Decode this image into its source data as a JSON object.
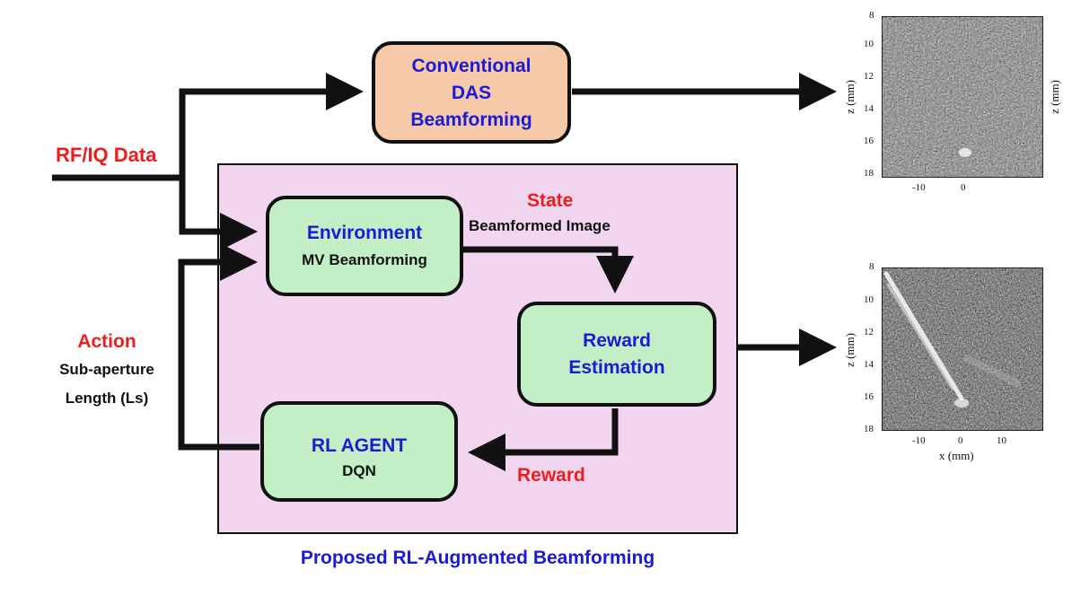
{
  "inputs": {
    "rf_label": "RF/IQ Data"
  },
  "conventional": {
    "line1": "Conventional",
    "line2": "DAS",
    "line3": "Beamforming"
  },
  "proposed": {
    "title": "Proposed RL-Augmented Beamforming"
  },
  "environment": {
    "title": "Environment",
    "subtitle": "MV Beamforming"
  },
  "state": {
    "title": "State",
    "subtitle": "Beamformed Image"
  },
  "reward_estimation": {
    "line1": "Reward",
    "line2": "Estimation"
  },
  "reward": {
    "label": "Reward"
  },
  "agent": {
    "title": "RL AGENT",
    "subtitle": "DQN"
  },
  "action": {
    "title": "Action",
    "line1": "Sub-aperture",
    "line2": "Length (Ls)"
  },
  "image_top": {
    "y_ticks": [
      "8",
      "10",
      "12",
      "14",
      "16",
      "18"
    ],
    "x_ticks": [
      "-10",
      "0"
    ],
    "ylabel": "z (mm)",
    "ylabel_right": "z (mm)"
  },
  "image_bottom": {
    "y_ticks": [
      "8",
      "10",
      "12",
      "14",
      "16",
      "18"
    ],
    "x_ticks": [
      "-10",
      "0",
      "10"
    ],
    "ylabel": "z (mm)",
    "xlabel": "x (mm)"
  },
  "colors": {
    "conventional_fill": "#f6c9a8",
    "module_fill": "#c2efc5",
    "proposed_fill": "#f2d6ef",
    "label_red": "#ee1c1c",
    "label_blue": "#1b1bd6"
  }
}
